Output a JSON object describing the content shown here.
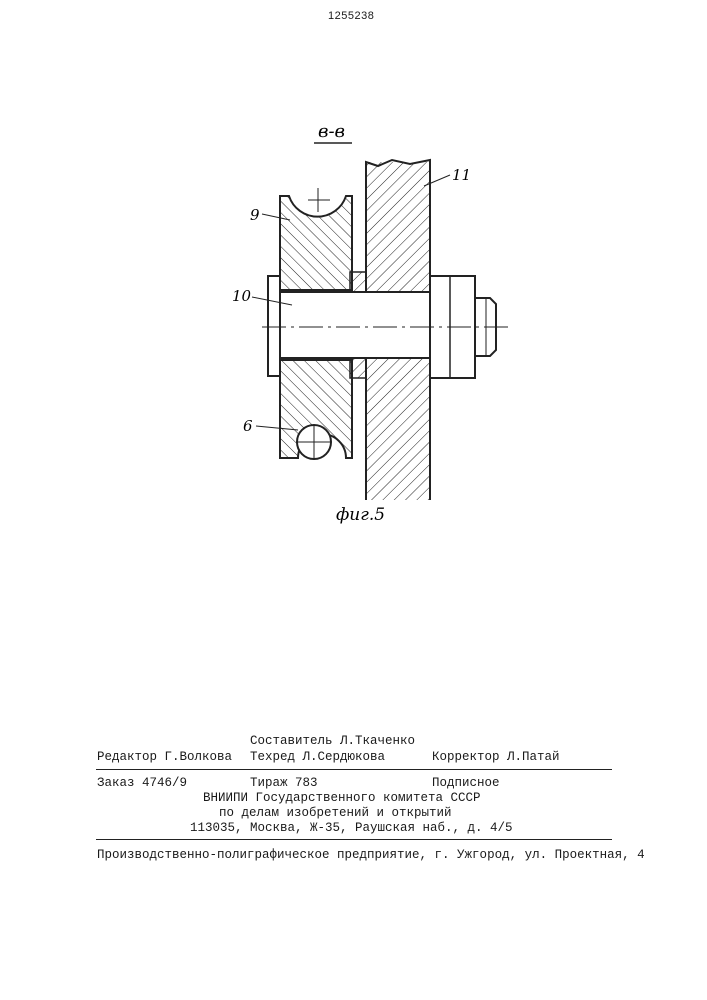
{
  "header": {
    "patent_number": "1255238"
  },
  "figure": {
    "section_label": "в-в",
    "caption": "фиг.5",
    "callouts": [
      "9",
      "10",
      "11",
      "6"
    ]
  },
  "imprint": {
    "compiler": "Составитель Л.Ткаченко",
    "editor": "Редактор Г.Волкова",
    "techred": "Техред Л.Сердюкова",
    "corrector": "Корректор Л.Патай",
    "order": "Заказ 4746/9",
    "circulation": "Тираж 783",
    "subscription": "Подписное",
    "institute_line1": "ВНИИПИ Государственного комитета СССР",
    "institute_line2": "по делам изобретений и открытий",
    "address": "113035, Москва, Ж-35, Раушская наб., д. 4/5",
    "printer": "Производственно-полиграфическое предприятие, г. Ужгород, ул. Проектная, 4"
  }
}
